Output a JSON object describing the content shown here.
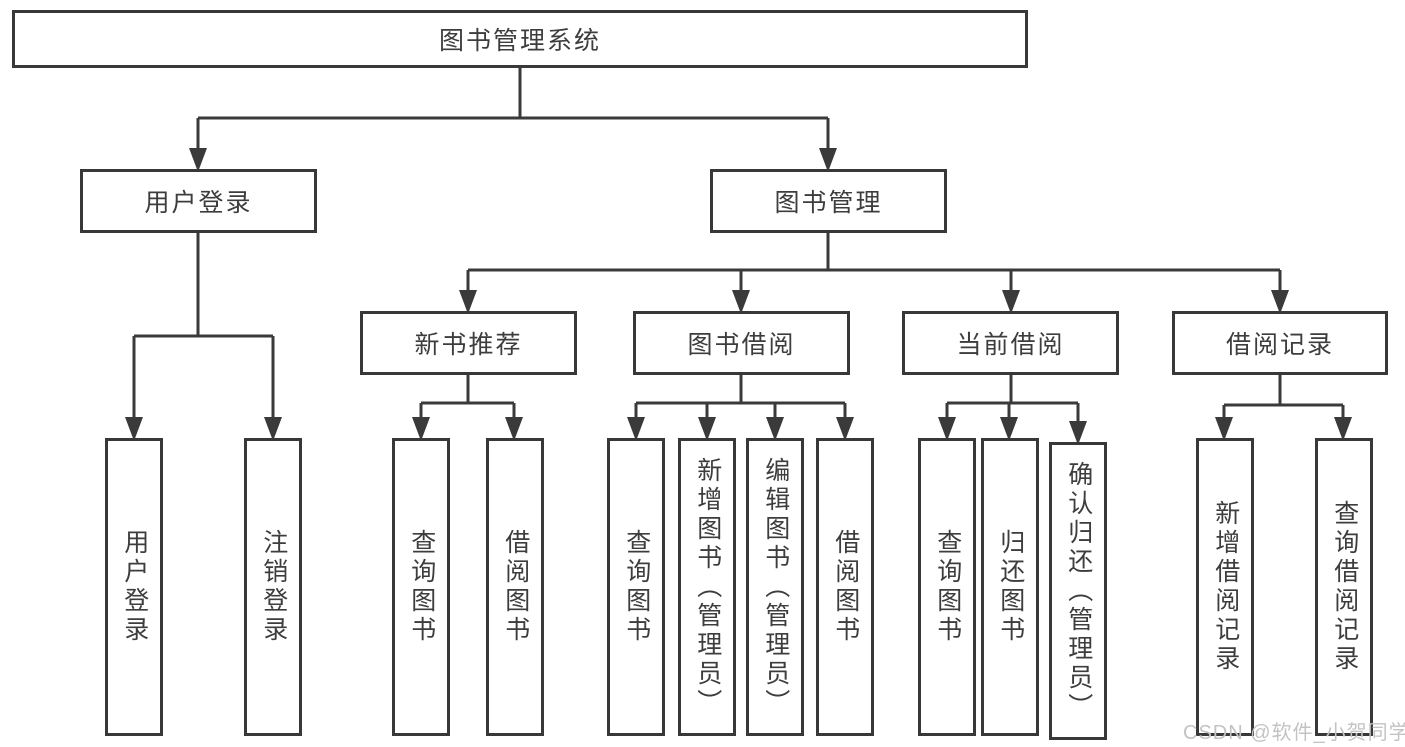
{
  "root": {
    "label": "图书管理系统"
  },
  "level2": [
    {
      "label": "用户登录"
    },
    {
      "label": "图书管理"
    }
  ],
  "level3": [
    {
      "label": "新书推荐"
    },
    {
      "label": "图书借阅"
    },
    {
      "label": "当前借阅"
    },
    {
      "label": "借阅记录"
    }
  ],
  "leaves": {
    "user_login": [
      {
        "label": "用户登录"
      },
      {
        "label": "注销登录"
      }
    ],
    "new_books": [
      {
        "label": "查询图书"
      },
      {
        "label": "借阅图书"
      }
    ],
    "book_borrow": [
      {
        "label": "查询图书"
      },
      {
        "label": "新增图书（管理员）"
      },
      {
        "label": "编辑图书（管理员）"
      },
      {
        "label": "借阅图书"
      }
    ],
    "current_borrow": [
      {
        "label": "查询图书"
      },
      {
        "label": "归还图书"
      },
      {
        "label": "确认归还（管理员）"
      }
    ],
    "borrow_records": [
      {
        "label": "新增借阅记录"
      },
      {
        "label": "查询借阅记录"
      }
    ]
  },
  "watermark": "CSDN @软件_小贺同学",
  "colors": {
    "line": "#3a3a3a",
    "text": "#3d3d3d",
    "watermark_gray": "#c3c3c3",
    "background": "#ffffff"
  }
}
